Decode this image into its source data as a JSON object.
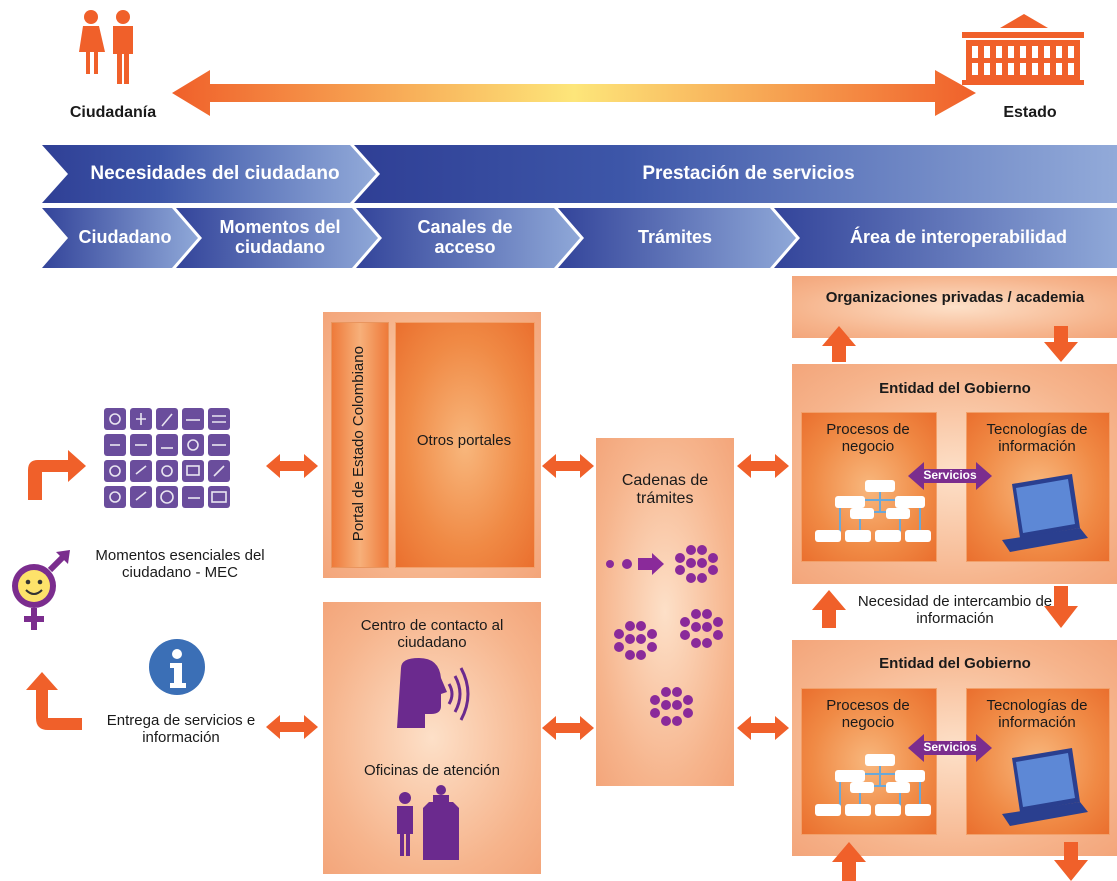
{
  "top": {
    "ciudadania_label": "Ciudadanía",
    "estado_label": "Estado"
  },
  "bands": {
    "row1": [
      "Necesidades del ciudadano",
      "Prestación de servicios"
    ],
    "row2": [
      "Ciudadano",
      "Momentos del ciudadano",
      "Canales de acceso",
      "Trámites",
      "Área de interoperabilidad"
    ]
  },
  "left": {
    "mec_label": "Momentos esenciales del ciudadano - MEC",
    "entrega_label": "Entrega de servicios e información"
  },
  "channels": {
    "portal_label": "Portal de Estado Colombiano",
    "otros_label": "Otros portales",
    "contacto_label": "Centro de contacto al ciudadano",
    "oficinas_label": "Oficinas de atención"
  },
  "tramites": {
    "cadenas_label": "Cadenas de trámites"
  },
  "interop": {
    "organizaciones_label": "Organizaciones privadas / academia",
    "entidad_label": "Entidad del Gobierno",
    "procesos_label": "Procesos de negocio",
    "tecnologias_label": "Tecnologías de información",
    "servicios_label": "Servicios",
    "necesidad_label": "Necesidad de intercambio de información"
  },
  "colors": {
    "band_dark": "#2f3f95",
    "band_light": "#8fa8d8",
    "orange_arrow": "#f0602a",
    "purple": "#6b2a8e",
    "peach": "#f6b48c"
  }
}
